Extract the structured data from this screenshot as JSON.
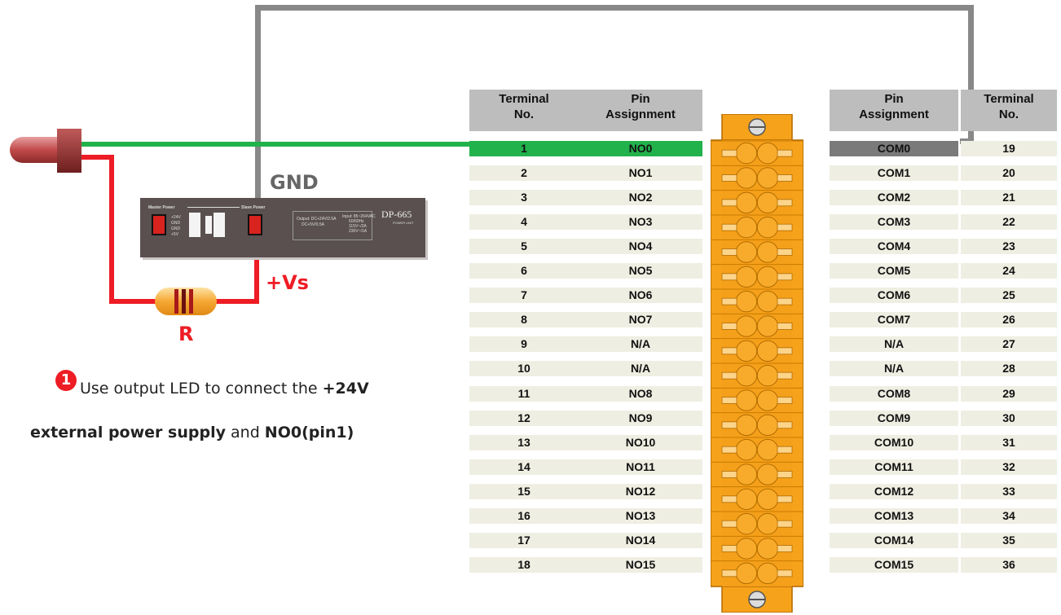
{
  "headers": {
    "left_terminal": [
      "Terminal",
      "No."
    ],
    "left_pin": [
      "Pin",
      "Assignment"
    ],
    "right_pin": [
      "Pin",
      "Assignment"
    ],
    "right_terminal": [
      "Terminal",
      "No."
    ]
  },
  "rows": [
    {
      "t1": "1",
      "p1": "NO0",
      "p2": "COM0",
      "t2": "19"
    },
    {
      "t1": "2",
      "p1": "NO1",
      "p2": "COM1",
      "t2": "20"
    },
    {
      "t1": "3",
      "p1": "NO2",
      "p2": "COM2",
      "t2": "21"
    },
    {
      "t1": "4",
      "p1": "NO3",
      "p2": "COM3",
      "t2": "22"
    },
    {
      "t1": "5",
      "p1": "NO4",
      "p2": "COM4",
      "t2": "23"
    },
    {
      "t1": "6",
      "p1": "NO5",
      "p2": "COM5",
      "t2": "24"
    },
    {
      "t1": "7",
      "p1": "NO6",
      "p2": "COM6",
      "t2": "25"
    },
    {
      "t1": "8",
      "p1": "NO7",
      "p2": "COM7",
      "t2": "26"
    },
    {
      "t1": "9",
      "p1": "N/A",
      "p2": "N/A",
      "t2": "27"
    },
    {
      "t1": "10",
      "p1": "N/A",
      "p2": "N/A",
      "t2": "28"
    },
    {
      "t1": "11",
      "p1": "NO8",
      "p2": "COM8",
      "t2": "29"
    },
    {
      "t1": "12",
      "p1": "NO9",
      "p2": "COM9",
      "t2": "30"
    },
    {
      "t1": "13",
      "p1": "NO10",
      "p2": "COM10",
      "t2": "31"
    },
    {
      "t1": "14",
      "p1": "NO11",
      "p2": "COM11",
      "t2": "32"
    },
    {
      "t1": "15",
      "p1": "NO12",
      "p2": "COM12",
      "t2": "33"
    },
    {
      "t1": "16",
      "p1": "NO13",
      "p2": "COM13",
      "t2": "34"
    },
    {
      "t1": "17",
      "p1": "NO14",
      "p2": "COM14",
      "t2": "35"
    },
    {
      "t1": "18",
      "p1": "NO15",
      "p2": "COM15",
      "t2": "36"
    }
  ],
  "labels": {
    "gnd": "GND",
    "vs": "+Vs",
    "r": "R"
  },
  "psu": {
    "model": "DP-665",
    "unit": "POWER UNIT",
    "master": "Master Power",
    "slave": "Slave Power",
    "pins": [
      "+24V",
      "GND",
      "GND",
      "+5V"
    ],
    "out_spec": [
      "Output: DC+24V/2.5A",
      "DC+5V/0.5A"
    ],
    "in_spec": [
      "Input: 85~264VAC",
      "50/60Hz",
      "115V~/2A",
      "230V~/1A"
    ]
  },
  "note": {
    "marker": "❶",
    "line1_a": "Use output LED to connect the ",
    "line1_b": "+24V",
    "line2_a": "external power supply",
    "line2_b": " and ",
    "line2_c": "NO0(pin1)"
  },
  "colors": {
    "green_wire": "#22b24c",
    "red_wire": "#ee1c24",
    "gray_wire": "#888888",
    "connector": "#f7a21b"
  }
}
